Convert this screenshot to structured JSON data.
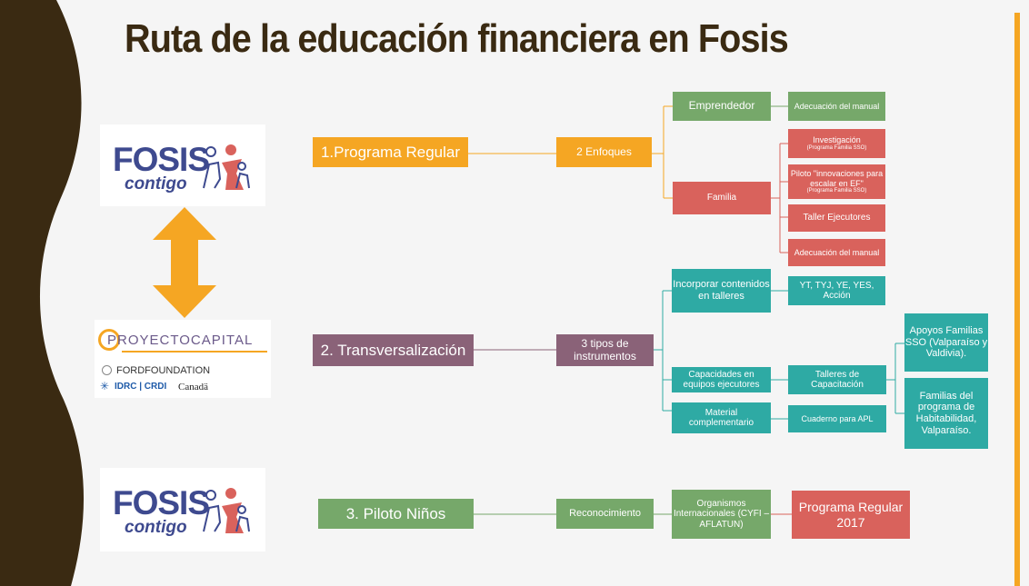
{
  "slide": {
    "title": "Ruta de la educación financiera en Fosis",
    "accent_colors": {
      "orange": "#f5a623",
      "green": "#76a86a",
      "red": "#d9625c",
      "teal": "#2eaaa4",
      "purple": "#8a6278",
      "dark_brown": "#3a2a12"
    }
  },
  "logos": {
    "fosis_top": {
      "word": "FOSIS",
      "sub": "contigo"
    },
    "fosis_bottom": {
      "word": "FOSIS",
      "sub": "contigo"
    },
    "proyecto_capital": {
      "wordmark": "PROYECTOCAPITAL",
      "ford": "FORDFOUNDATION",
      "idrc": "IDRC | CRDI",
      "canada": "Canadä"
    }
  },
  "diagram": {
    "programa_regular": {
      "label": "1.Programa Regular",
      "enfoques": "2 Enfoques",
      "emprendedor": "Emprendedor",
      "adecuacion_1": "Adecuación del manual",
      "familia": "Familia",
      "investigacion": "Investigación",
      "investigacion_sub": "(Programa Familia SSO)",
      "piloto": "Piloto \"innovaciones para escalar en EF\"",
      "piloto_sub": "(Programa Familia SSO)",
      "taller": "Taller Ejecutores",
      "adecuacion_2": "Adecuación del manual"
    },
    "transversalizacion": {
      "label": "2. Transversalización",
      "tipos": "3 tipos de instrumentos",
      "incorporar": "Incorporar contenidos en talleres",
      "yt": "YT, TYJ, YE, YES, Acción",
      "capacidades": "Capacidades en equipos ejecutores",
      "talleres_cap": "Talleres de Capacitación",
      "apoyos": "Apoyos Familias SSO (Valparaíso y Valdivia).",
      "familias_hab": "Familias del programa de Habitabilidad, Valparaíso.",
      "material": "Material complementario",
      "cuaderno": "Cuaderno para APL"
    },
    "piloto_ninos": {
      "label": "3. Piloto Niños",
      "reconocimiento": "Reconocimiento",
      "organismos": "Organismos Internacionales (CYFI – AFLATUN)",
      "programa_2017": "Programa Regular 2017"
    }
  }
}
